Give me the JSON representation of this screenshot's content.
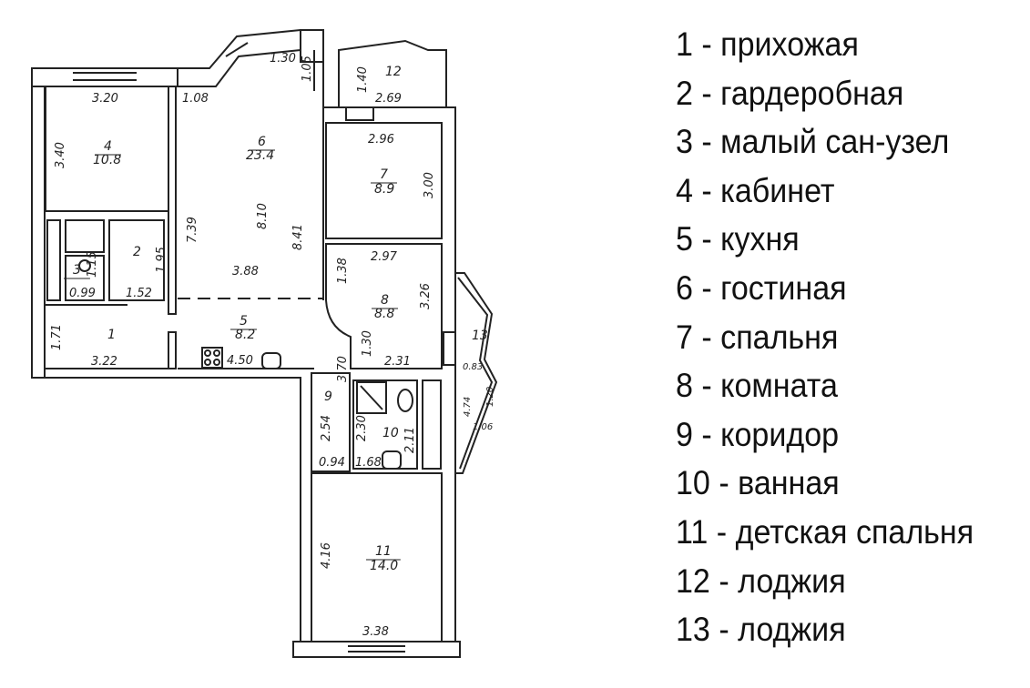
{
  "rooms": [
    {
      "num": "1"
    },
    {
      "num": "2"
    },
    {
      "num": "3",
      "area": "0.99"
    },
    {
      "num": "4",
      "area": "10.8"
    },
    {
      "num": "5",
      "area": "8.2"
    },
    {
      "num": "6",
      "area": "23.4"
    },
    {
      "num": "7",
      "area": "8.9"
    },
    {
      "num": "8",
      "area": "8.8"
    },
    {
      "num": "9"
    },
    {
      "num": "10"
    },
    {
      "num": "11",
      "area": "14.0"
    },
    {
      "num": "12"
    },
    {
      "num": "13"
    }
  ],
  "dimensions": [
    "3.20",
    "3.40",
    "1.08",
    "1.30",
    "1.05",
    "1.40",
    "2.69",
    "2.96",
    "3.00",
    "7.39",
    "8.10",
    "8.41",
    "3.88",
    "1.95",
    "1.15",
    "1.52",
    "1.71",
    "3.22",
    "4.50",
    "1.38",
    "2.97",
    "3.26",
    "1.30",
    "2.31",
    "3.70",
    "0.83",
    "1.20",
    "4.74",
    "1.06",
    "2.54",
    "2.30",
    "2.11",
    "0.94",
    "1.68",
    "4.16",
    "3.38"
  ],
  "legend": [
    "1 - прихожая",
    "2 - гардеробная",
    "3 - малый сан-узел",
    "4 - кабинет",
    "5 - кухня",
    "6 - гостиная",
    "7 - спальня",
    "8 - комната",
    "9 - коридор",
    "10 - ванная",
    "11 - детская спальня",
    "12 - лоджия",
    "13 - лоджия"
  ]
}
